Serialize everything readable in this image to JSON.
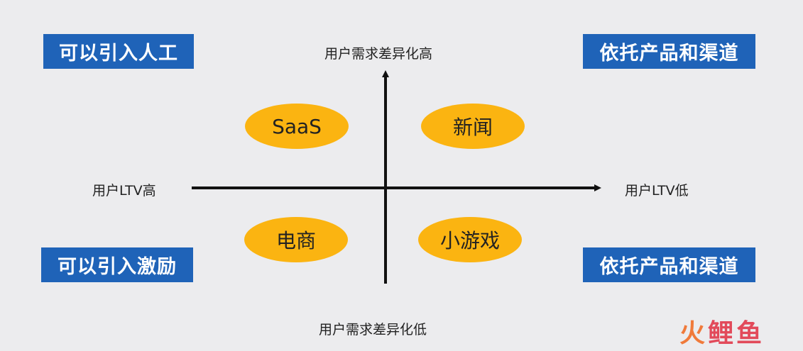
{
  "quadrant_boxes": {
    "top_left": "可以引入人工",
    "top_right": "依托产品和渠道",
    "bottom_left": "可以引入激励",
    "bottom_right": "依托产品和渠道"
  },
  "quadrant_items": {
    "top_left": "SaaS",
    "top_right": "新闻",
    "bottom_left": "电商",
    "bottom_right": "小游戏"
  },
  "axis_labels": {
    "y_high": "用户需求差异化高",
    "y_low": "用户需求差异化低",
    "x_left": "用户LTV高",
    "x_right": "用户LTV低"
  },
  "watermark": {
    "char1": "火",
    "char2": "鲤",
    "char3": "鱼"
  },
  "colors": {
    "box_background": "#1f63b8",
    "oval_fill": "#fbb411",
    "axis": "#111111",
    "page_background": "#ececee"
  }
}
